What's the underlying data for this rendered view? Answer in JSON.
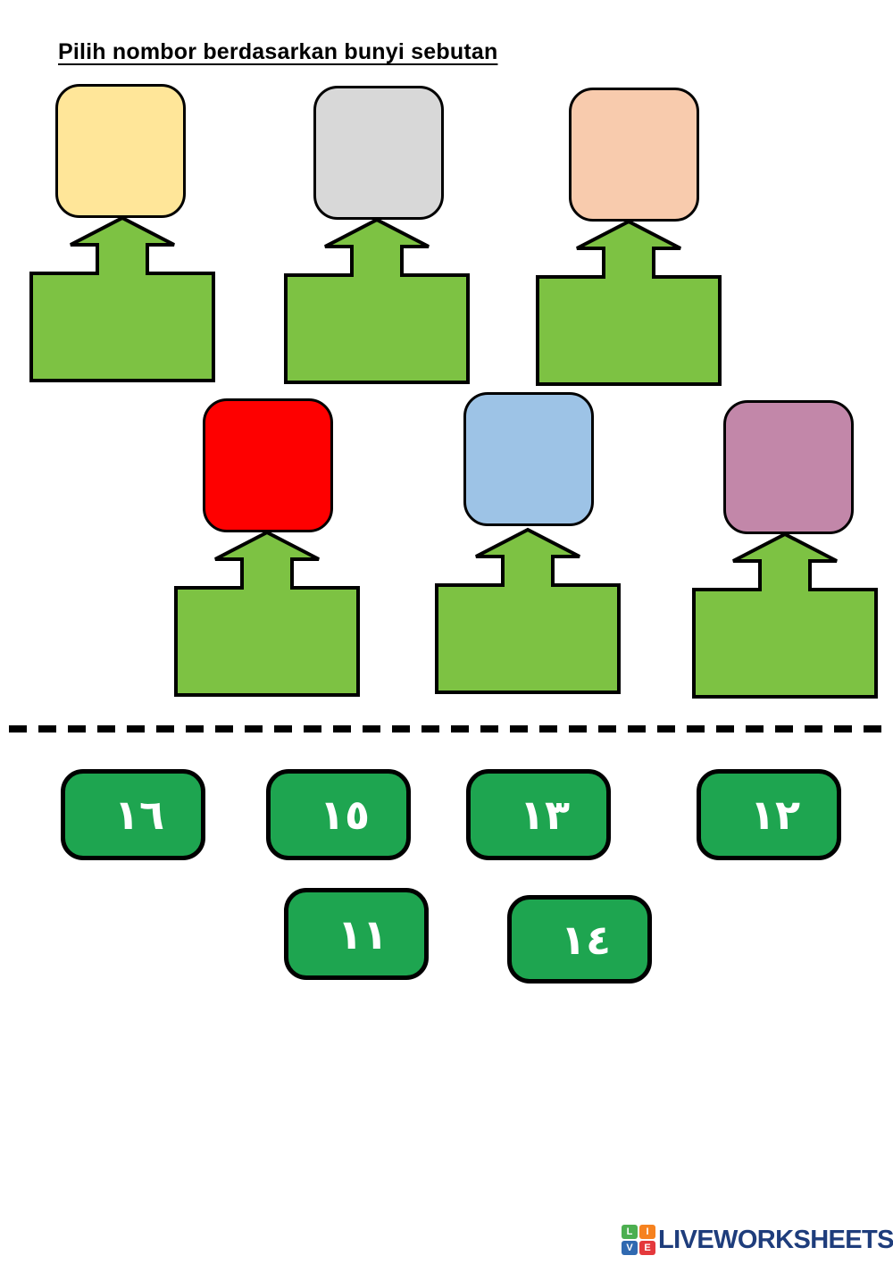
{
  "title": "Pilih nombor berdasarkan bunyi sebutan",
  "palette": {
    "pedestal_green": "#7DC243",
    "button_green": "#1EA550",
    "outline": "#000000",
    "numeral_color": "#FFFFFF"
  },
  "targets": [
    {
      "name": "yellow",
      "color": "#FFE699"
    },
    {
      "name": "gray",
      "color": "#D8D8D8"
    },
    {
      "name": "peach",
      "color": "#F8CBAD"
    },
    {
      "name": "red",
      "color": "#FE0000"
    },
    {
      "name": "blue",
      "color": "#9DC3E6"
    },
    {
      "name": "purple",
      "color": "#C287A9"
    }
  ],
  "answers": [
    {
      "label": "١٦"
    },
    {
      "label": "١٥"
    },
    {
      "label": "١٣"
    },
    {
      "label": "١٢"
    },
    {
      "label": "١١"
    },
    {
      "label": "١٤"
    }
  ],
  "footer": {
    "brand_text": "LIVEWORKSHEETS",
    "brand_color": "#1E3D7C",
    "icon": [
      {
        "letter": "L",
        "color": "#4CAF50"
      },
      {
        "letter": "I",
        "color": "#F6821F"
      },
      {
        "letter": "V",
        "color": "#3069B0"
      },
      {
        "letter": "E",
        "color": "#E4393C"
      }
    ]
  }
}
